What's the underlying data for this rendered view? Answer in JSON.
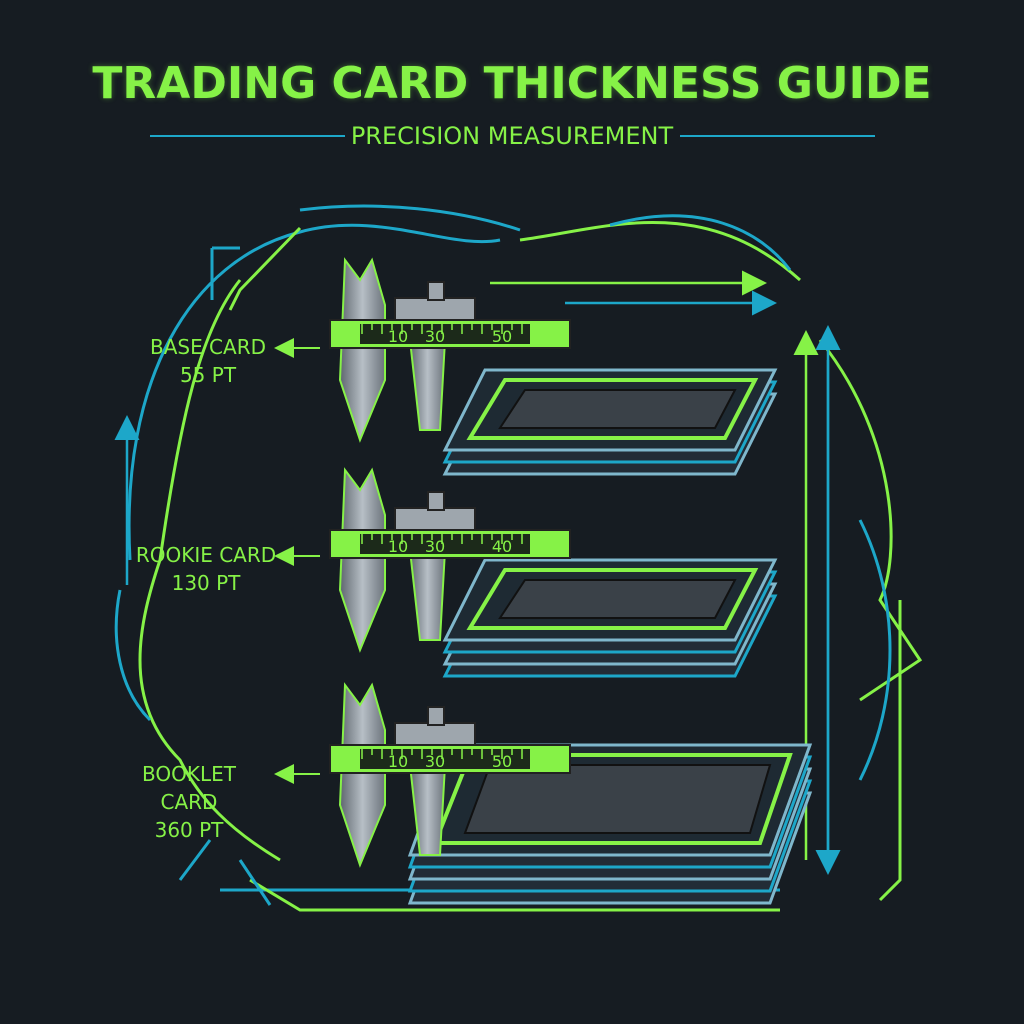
{
  "header": {
    "title": "TRADING CARD THICKNESS GUIDE",
    "subtitle": "PRECISION MEASUREMENT"
  },
  "colors": {
    "background": "#161c22",
    "accent_green": "#86f247",
    "accent_blue": "#1da7c9",
    "metal": "#9aa3ab"
  },
  "cards": [
    {
      "name": "BASE CARD",
      "thickness": "55 PT",
      "scale": [
        "10",
        "30",
        "50"
      ]
    },
    {
      "name": "ROOKIE CARD",
      "thickness": "130 PT",
      "scale": [
        "10",
        "30",
        "40"
      ]
    },
    {
      "name": "BOOKLET CARD",
      "thickness": "360 PT",
      "scale": [
        "10",
        "30",
        "50"
      ]
    }
  ]
}
